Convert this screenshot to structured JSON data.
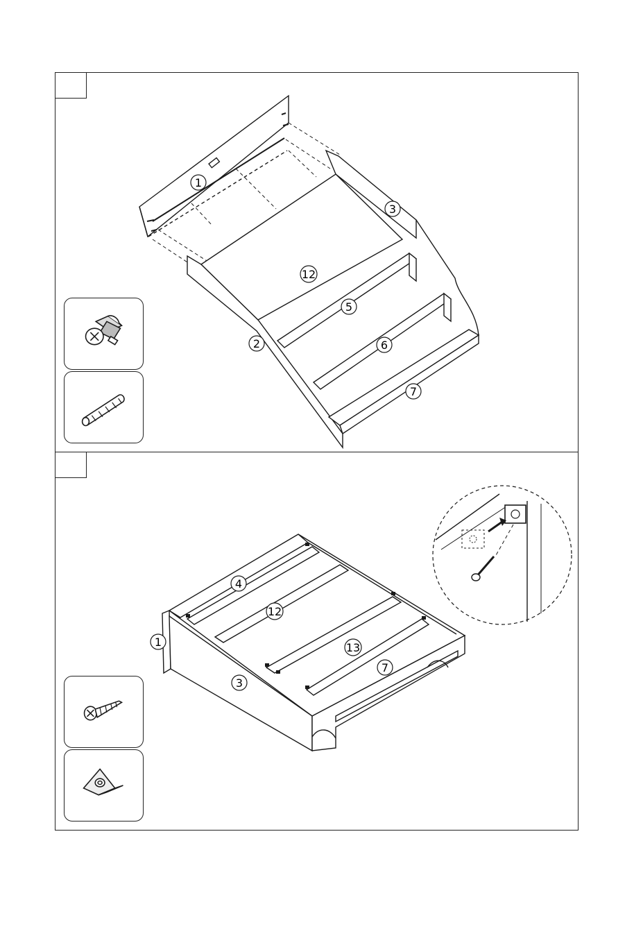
{
  "steps": [
    {
      "step_number": "",
      "part_labels": [
        "1",
        "3",
        "12",
        "5",
        "2",
        "6",
        "7"
      ],
      "hardware": [
        {
          "icon": "cam-lock-icon"
        },
        {
          "icon": "wooden-dowel-icon"
        }
      ]
    },
    {
      "step_number": "",
      "part_labels": [
        "4",
        "12",
        "1",
        "13",
        "7",
        "3"
      ],
      "hardware": [
        {
          "icon": "wood-screw-icon"
        },
        {
          "icon": "corner-bracket-icon"
        }
      ]
    }
  ],
  "colors": {
    "line": "#1a1a1a",
    "paper": "#ffffff"
  }
}
